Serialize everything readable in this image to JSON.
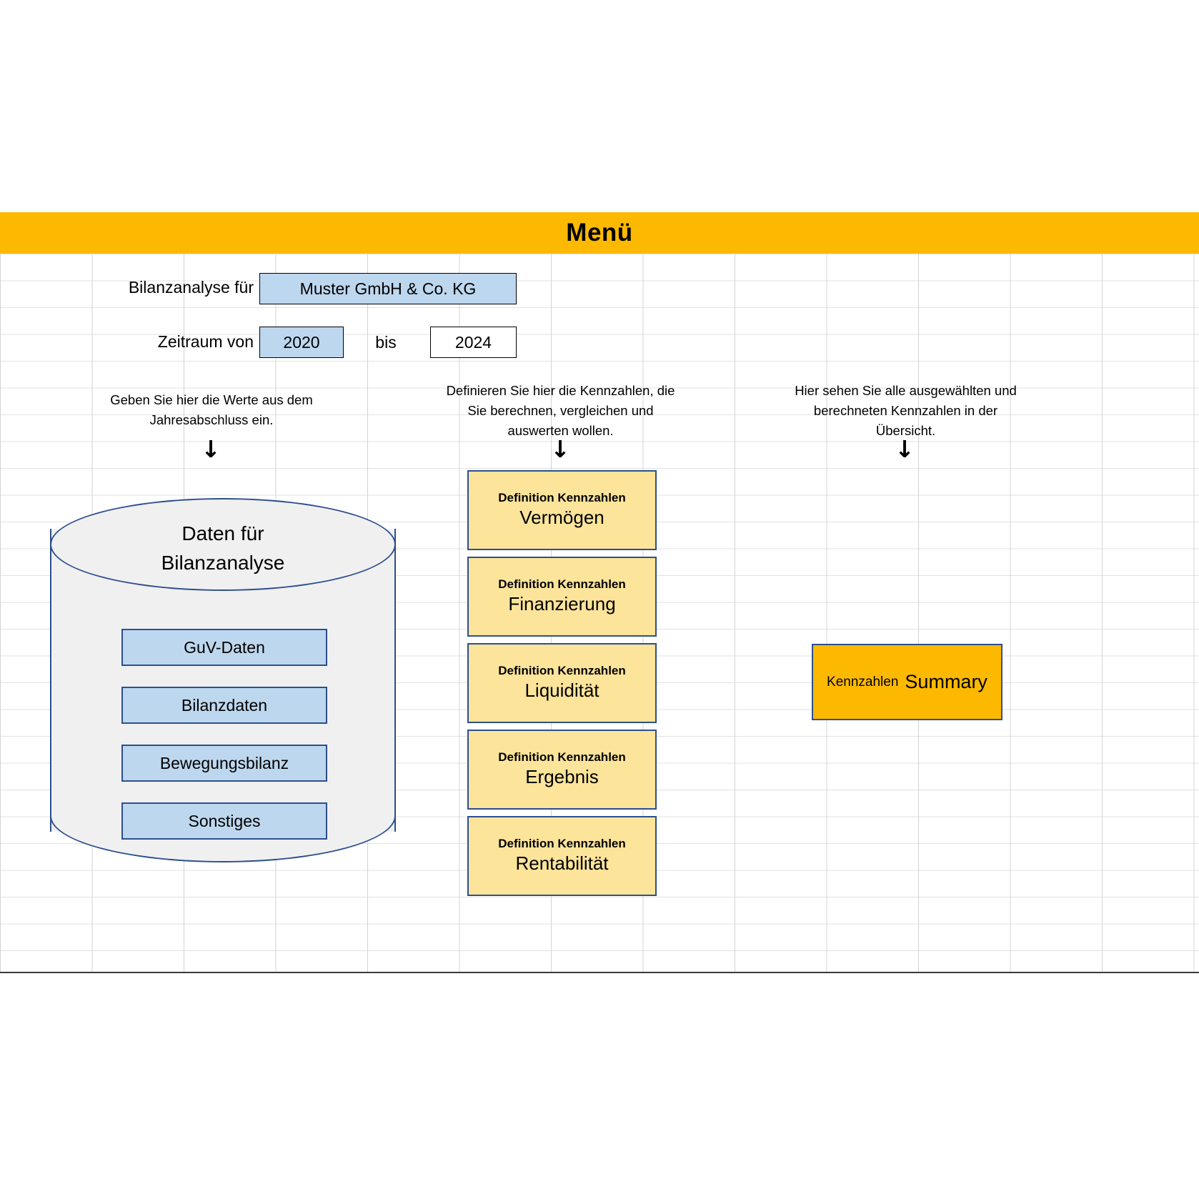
{
  "page": {
    "title": "Menü",
    "accent_yellow": "#fdb900",
    "card_yellow": "#fce49a",
    "input_blue": "#bdd7ee",
    "outline_blue": "#2d4f8e"
  },
  "form": {
    "company_label": "Bilanzanalyse für",
    "company_value": "Muster GmbH & Co. KG",
    "period_label": "Zeitraum von",
    "period_from": "2020",
    "period_between": "bis",
    "period_to": "2024"
  },
  "columns": [
    {
      "hint": "Geben Sie hier die Werte aus dem Jahresabschluss ein.",
      "arrow": "↓"
    },
    {
      "hint": "Definieren Sie hier die Kennzahlen, die Sie berechnen, vergleichen und auswerten wollen.",
      "arrow": "↓"
    },
    {
      "hint": "Hier sehen Sie alle ausgewählten und berechneten Kennzahlen in der Übersicht.",
      "arrow": "↓"
    }
  ],
  "database": {
    "title": "Daten für\nBilanzanalyse",
    "title_line1": "Daten für",
    "title_line2": "Bilanzanalyse",
    "buttons": [
      {
        "label": "GuV-Daten"
      },
      {
        "label": "Bilanzdaten"
      },
      {
        "label": "Bewegungsbilanz"
      },
      {
        "label": "Sonstiges"
      }
    ]
  },
  "definitions": {
    "kicker": "Definition Kennzahlen",
    "cards": [
      {
        "kicker": "Definition Kennzahlen",
        "name": "Vermögen"
      },
      {
        "kicker": "Definition Kennzahlen",
        "name": "Finanzierung"
      },
      {
        "kicker": "Definition Kennzahlen",
        "name": "Liquidität"
      },
      {
        "kicker": "Definition Kennzahlen",
        "name": "Ergebnis"
      },
      {
        "kicker": "Definition Kennzahlen",
        "name": "Rentabilität"
      }
    ]
  },
  "summary": {
    "prefix": "Kennzahlen",
    "main": "Summary"
  }
}
